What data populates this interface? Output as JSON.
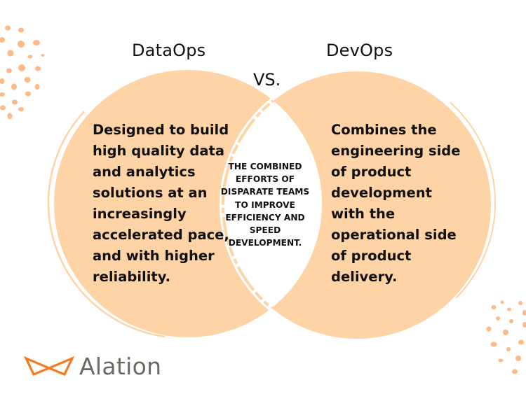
{
  "diagram": {
    "type": "venn",
    "left": {
      "title": "DataOps",
      "lines": [
        "Designed to build",
        "high quality data",
        "and analytics",
        "solutions at an",
        "increasingly",
        "accelerated pace,",
        "and with higher",
        "reliability."
      ]
    },
    "separator": "VS.",
    "right": {
      "title": "DevOps",
      "lines": [
        "Combines the",
        "engineering side",
        "of product",
        "development",
        "with the",
        "operational side",
        "of product",
        "delivery."
      ]
    },
    "overlap": {
      "lines": [
        "THE COMBINED",
        "EFFORTS OF",
        "DISPARATE TEAMS",
        "TO IMPROVE",
        "EFFICIENCY AND",
        "SPEED",
        "DEVELOPMENT."
      ]
    }
  },
  "brand": {
    "name": "Alation",
    "icon": "bowtie-logo-icon",
    "icon_color": "#F47A20",
    "text_color": "#6B6A62"
  },
  "colors": {
    "circle_fill": "#FED4A6",
    "dots": "#FDB98A",
    "text": "#111111",
    "background": "#FFFFFF"
  },
  "decorations": [
    "dot-cluster-top-left",
    "dot-cluster-bottom-right"
  ]
}
